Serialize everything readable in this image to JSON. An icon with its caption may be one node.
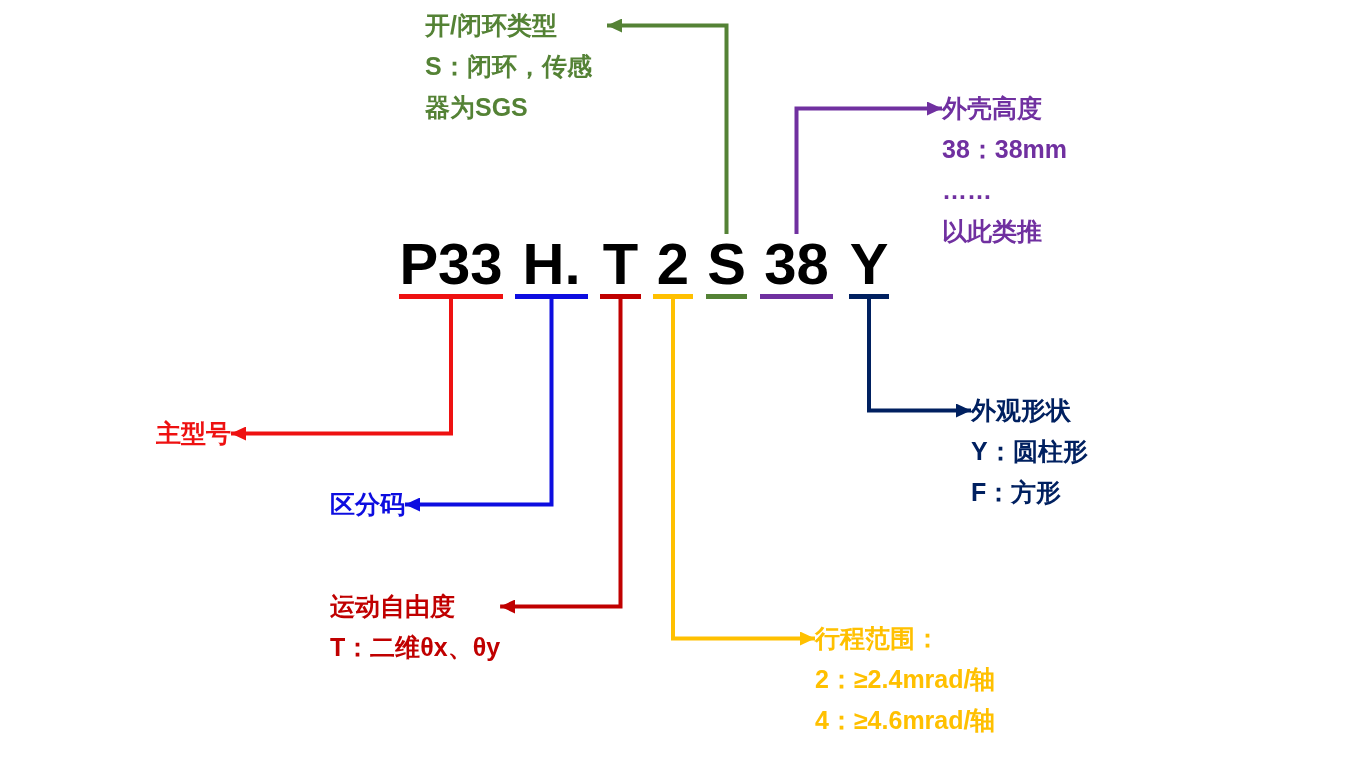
{
  "diagram": {
    "nodes": [
      {
        "text": [
          "P33"
        ]
      },
      {
        "text": [
          "H."
        ]
      },
      {
        "text": [
          "T"
        ]
      },
      {
        "text": [
          "2"
        ]
      },
      {
        "text": [
          "S"
        ]
      },
      {
        "text": [
          "38"
        ]
      },
      {
        "text": [
          "Y"
        ]
      },
      {
        "text": [
          "主型号"
        ]
      },
      {
        "text": [
          "区分码"
        ]
      },
      {
        "text": [
          "运动自由度",
          "T：二维θx、θy"
        ]
      },
      {
        "text": [
          "行程范围：",
          "2：≥2.4mrad/轴",
          "4：≥4.6mrad/轴"
        ]
      },
      {
        "text": [
          "开/闭环类型",
          "S：闭环，传感器为SGS"
        ]
      },
      {
        "text": [
          "外壳高度",
          "38：38mm",
          "……",
          "以此类推"
        ]
      },
      {
        "text": [
          "外观形状",
          "Y：圆柱形",
          "F：方形"
        ]
      }
    ],
    "edges": [
      {
        "from": 0,
        "to": 7,
        "arrow": "to",
        "color": "#ee1111"
      },
      {
        "from": 1,
        "to": 8,
        "arrow": "to",
        "color": "#0d0de0"
      },
      {
        "from": 2,
        "to": 9,
        "arrow": "to",
        "color": "#c00000"
      },
      {
        "from": 3,
        "to": 10,
        "arrow": "to",
        "color": "#ffc000"
      },
      {
        "from": 4,
        "to": 11,
        "arrow": "to",
        "color": "#548235"
      },
      {
        "from": 5,
        "to": 12,
        "arrow": "to",
        "color": "#7030a0"
      },
      {
        "from": 6,
        "to": 13,
        "arrow": "to",
        "color": "#002060"
      }
    ]
  }
}
